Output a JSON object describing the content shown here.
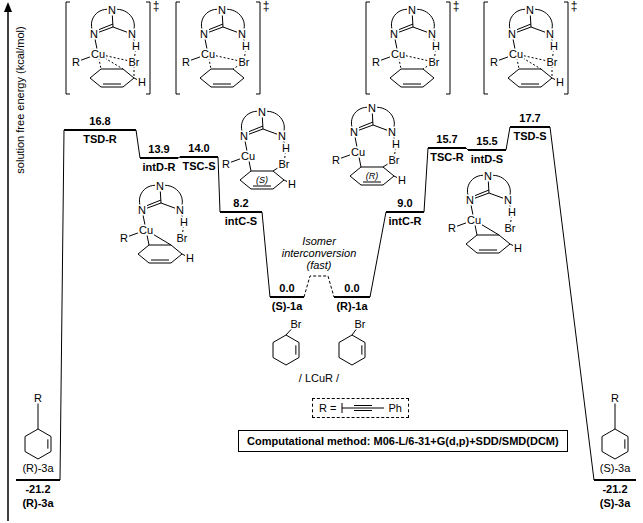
{
  "diagram": {
    "nodes": [
      {
        "text": [
          "-21.2",
          "(R)-3a"
        ]
      },
      {
        "text": [
          "16.8",
          "TSD-R"
        ]
      },
      {
        "text": [
          "13.9",
          "intD-R"
        ]
      },
      {
        "text": [
          "14.0",
          "TSC-S"
        ]
      },
      {
        "text": [
          "8.2",
          "intC-S"
        ]
      },
      {
        "text": [
          "0.0",
          "(S)-1a"
        ]
      },
      {
        "text": [
          "0.0",
          "(R)-1a"
        ]
      },
      {
        "text": [
          "9.0",
          "intC-R"
        ]
      },
      {
        "text": [
          "15.7",
          "TSC-R"
        ]
      },
      {
        "text": [
          "15.5",
          "intD-S"
        ]
      },
      {
        "text": [
          "17.7",
          "TSD-S"
        ]
      },
      {
        "text": [
          "-21.2",
          "(S)-3a"
        ]
      },
      {
        "text": [
          "R =",
          "Ph"
        ]
      },
      {
        "text": [
          "Computational method: M06-L/6-31+G(d,p)+SDD/SMD(DCM)"
        ]
      }
    ],
    "edges": [
      {
        "from": 0,
        "to": 1,
        "arrow": "none"
      },
      {
        "from": 1,
        "to": 2,
        "arrow": "none"
      },
      {
        "from": 2,
        "to": 3,
        "arrow": "none"
      },
      {
        "from": 3,
        "to": 4,
        "arrow": "none"
      },
      {
        "from": 4,
        "to": 5,
        "arrow": "none"
      },
      {
        "from": 5,
        "to": 6,
        "arrow": "none",
        "label": "Isomer interconversion (fast)"
      },
      {
        "from": 6,
        "to": 7,
        "arrow": "none"
      },
      {
        "from": 7,
        "to": 8,
        "arrow": "none"
      },
      {
        "from": 8,
        "to": 9,
        "arrow": "none"
      },
      {
        "from": 9,
        "to": 10,
        "arrow": "none"
      },
      {
        "from": 10,
        "to": 11,
        "arrow": "none"
      }
    ],
    "labels": [
      "solution free energy (kcal/mol)",
      "N",
      "N",
      "N",
      "H",
      "Cu",
      "R",
      "Br",
      "H",
      "‡",
      "N",
      "N",
      "N",
      "H",
      "Cu",
      "R",
      "Br",
      "H",
      "N",
      "N",
      "N",
      "H",
      "Cu",
      "R",
      "Br",
      "‡",
      "N",
      "N",
      "N",
      "H",
      "Cu",
      "R",
      "Br",
      "(S)",
      "H",
      "Br",
      "/ LCuR /",
      "Br",
      "N",
      "N",
      "N",
      "H",
      "Cu",
      "R",
      "Br",
      "(R)",
      "H",
      "N",
      "N",
      "N",
      "H",
      "Cu",
      "R",
      "Br",
      "‡",
      "N",
      "N",
      "N",
      "H",
      "Cu",
      "R",
      "Br",
      "H",
      "N",
      "N",
      "N",
      "H",
      "Cu",
      "R",
      "Br",
      "H",
      "‡",
      "R",
      "(R)-3a",
      "R",
      "(S)-3a"
    ]
  }
}
